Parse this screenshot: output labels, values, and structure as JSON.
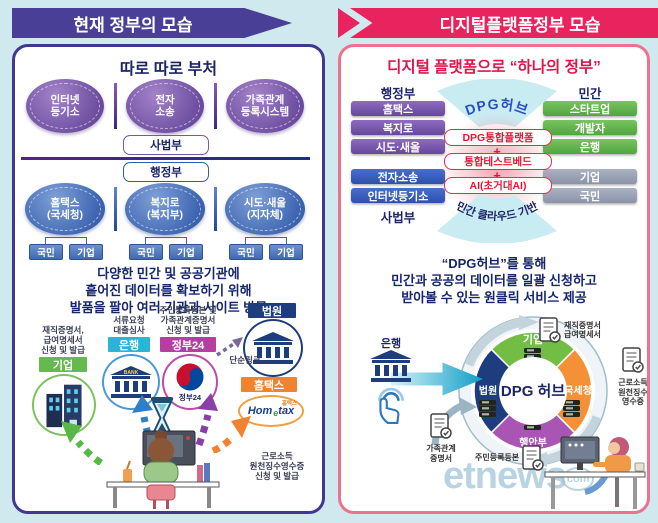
{
  "colors": {
    "background": "#cfe9ef",
    "left_banner": "#493f97",
    "left_border": "#3f3790",
    "right_banner": "#e8235e",
    "right_border": "#f0718e",
    "title_red": "#e0154a",
    "navy_text": "#1c2566",
    "purple_node": "#6a4b9e",
    "blue_node": "#3a62ae",
    "green_label": "#65b94e",
    "cyan_label": "#2ab4d6",
    "magenta_label": "#b83da0",
    "navy_label": "#1e3d7e",
    "orange_label": "#f08330",
    "wheel_green": "#72bd44",
    "wheel_orange": "#f49035",
    "wheel_purple": "#a855b4",
    "wheel_navy": "#1e3d7e",
    "hub_red": "#e01838",
    "arrow_cyan": "#0f9ec6"
  },
  "left": {
    "banner": "현재 정부의 모습",
    "title": "따로 따로 부처",
    "top_circles": [
      "인터넷\n등기소",
      "전자\n소송",
      "가족관계\n등록시스템"
    ],
    "judicial": "사법부",
    "executive": "행정부",
    "bottom_circles": [
      "홈택스\n(국세청)",
      "복지로\n(복지부)",
      "시도·새올\n(지자체)"
    ],
    "citizen": "국민",
    "company": "기업",
    "description": "다양한 민간 및 공공기관에\n흩어진 데이터를 확보하기 위해\n발품을 팔아 여러 기관과 사이트 방문",
    "company_note": "재직증명서,\n급여명세서\n신청 및 발급",
    "company_label": "기업",
    "bank_note": "서류요청\n대출심사",
    "bank_label": "은행",
    "bank_logo": "BANK",
    "gov24_note": "주민등록등본 및\n가족관계증명서\n신청 및 발급",
    "gov24_label": "정부24",
    "gov24_caption": "정부24",
    "court_label": "법원",
    "link_label": "단순링크",
    "hometax_label": "홈택스",
    "hometax_word1": "Hom",
    "hometax_e": "e",
    "hometax_word2": "tax",
    "hometax_mini": "홈택스",
    "hometax_note": "근로소득\n원천징수영수증\n신청 및 발급"
  },
  "right": {
    "banner": "디지털플랫폼정부 모습",
    "title": "디지털 플랫폼으로 “하나의 정부”",
    "exec_label": "행정부",
    "exec_boxes": [
      "홈택스",
      "복지로",
      "시도·새올"
    ],
    "judicial_boxes": [
      "전자소송",
      "인터넷등기소"
    ],
    "judicial_label": "사법부",
    "private_label": "민간",
    "private_boxes": [
      "스타트업",
      "개발자",
      "은행"
    ],
    "public_boxes": [
      "기업",
      "국민"
    ],
    "hub_arc_top": "DPG허브",
    "hub_items": [
      "DPG통합플랫폼",
      "통합테스트베드",
      "AI(초거대AI)"
    ],
    "plus": "+",
    "hub_arc_bottom": "민간 클라우드 기반",
    "description": "“DPG허브”를 통해\n민간과 공공의 데이터를 일괄 신청하고\n받아볼 수 있는 원클릭 서비스 제공",
    "wheel": {
      "center": "DPG 허브",
      "top": "기업",
      "right": "국세청",
      "bottom": "행안부",
      "left": "법원"
    },
    "doc_top": "재직증명서\n급여명세서",
    "doc_right": "근로소득\n원천징수\n영수증",
    "doc_left": "가족관계\n증명서",
    "doc_bottom": "주민등록등본",
    "bank_label": "은행",
    "watermark_main": "etnews",
    "watermark_suffix": "com"
  }
}
